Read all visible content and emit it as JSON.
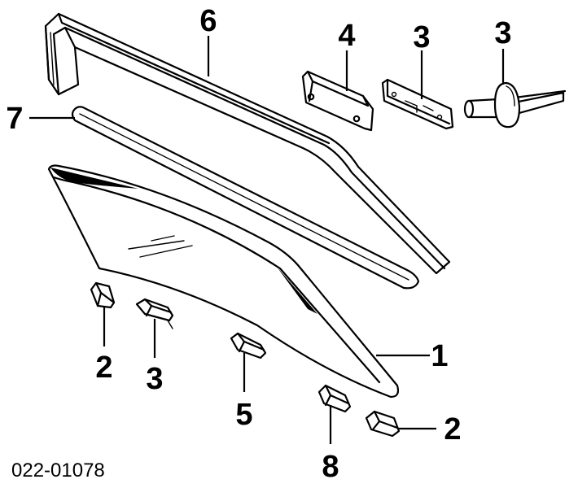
{
  "diagram": {
    "code": "022-01078",
    "callouts": [
      {
        "id": "callout-1",
        "label": "1"
      },
      {
        "id": "callout-2-left",
        "label": "2"
      },
      {
        "id": "callout-2-right",
        "label": "2"
      },
      {
        "id": "callout-3-a",
        "label": "3"
      },
      {
        "id": "callout-3-b",
        "label": "3"
      },
      {
        "id": "callout-3-c",
        "label": "3"
      },
      {
        "id": "callout-4",
        "label": "4"
      },
      {
        "id": "callout-5",
        "label": "5"
      },
      {
        "id": "callout-6",
        "label": "6"
      },
      {
        "id": "callout-7",
        "label": "7"
      },
      {
        "id": "callout-8",
        "label": "8"
      }
    ]
  }
}
